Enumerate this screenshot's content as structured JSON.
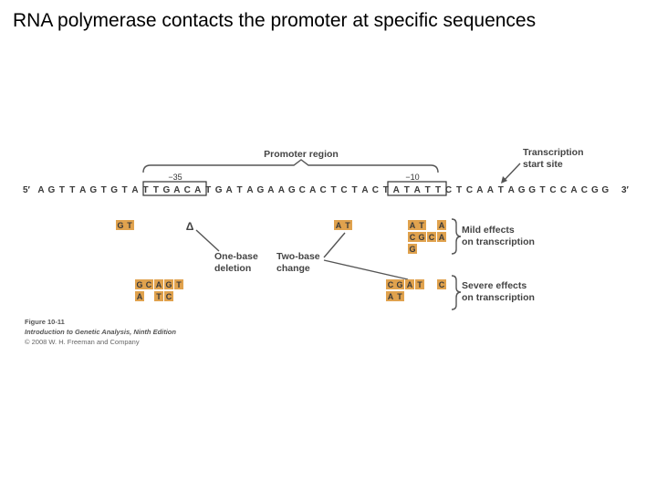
{
  "slide_title": "RNA polymerase contacts the promoter at specific sequences",
  "figure": {
    "promoter_label": "Promoter region",
    "tss_label_line1": "Transcription",
    "tss_label_line2": "start site",
    "pos_minus35": "−35",
    "pos_minus10": "−10",
    "seq_5prime": "5′",
    "seq_3prime": "3′",
    "sequence": [
      "A",
      "G",
      "T",
      "T",
      "A",
      "G",
      "T",
      "G",
      "T",
      "A",
      "T",
      "T",
      "G",
      "A",
      "C",
      "A",
      "T",
      "G",
      "A",
      "T",
      "A",
      "G",
      "A",
      "A",
      "G",
      "C",
      "A",
      "C",
      "T",
      "C",
      "T",
      "A",
      "C",
      "T",
      "A",
      "T",
      "A",
      "T",
      "T",
      "C",
      "T",
      "C",
      "A",
      "A",
      "T",
      "A",
      "G",
      "G",
      "T",
      "C",
      "C",
      "A",
      "C",
      "G",
      "G"
    ],
    "mild_effects_line1": "Mild effects",
    "mild_effects_line2": "on transcription",
    "severe_effects_line1": "Severe effects",
    "severe_effects_line2": "on transcription",
    "one_base_line1": "One-base",
    "one_base_line2": "deletion",
    "two_base_line1": "Two-base",
    "two_base_line2": "change",
    "delta_symbol": "Δ",
    "mutation_letters": {
      "mild_left": [
        "G",
        "T"
      ],
      "mild_mid": [
        "A",
        "T"
      ],
      "mild_right_row1": [
        "A",
        "T",
        "A"
      ],
      "mild_right_row2": [
        "C",
        "G",
        "C",
        "A"
      ],
      "mild_right_row3": [
        "G"
      ],
      "severe_left_row1": [
        "G",
        "C",
        "A",
        "G",
        "T"
      ],
      "severe_left_row2": [
        "A",
        "T",
        "C"
      ],
      "severe_right_row1": [
        "C",
        "G",
        "A",
        "T",
        "C"
      ],
      "severe_right_row2": [
        "A",
        "T"
      ]
    },
    "caption_line1": "Figure 10-11",
    "caption_line2": "Introduction to Genetic Analysis, Ninth Edition",
    "caption_line3": "© 2008 W. H. Freeman and Company"
  }
}
